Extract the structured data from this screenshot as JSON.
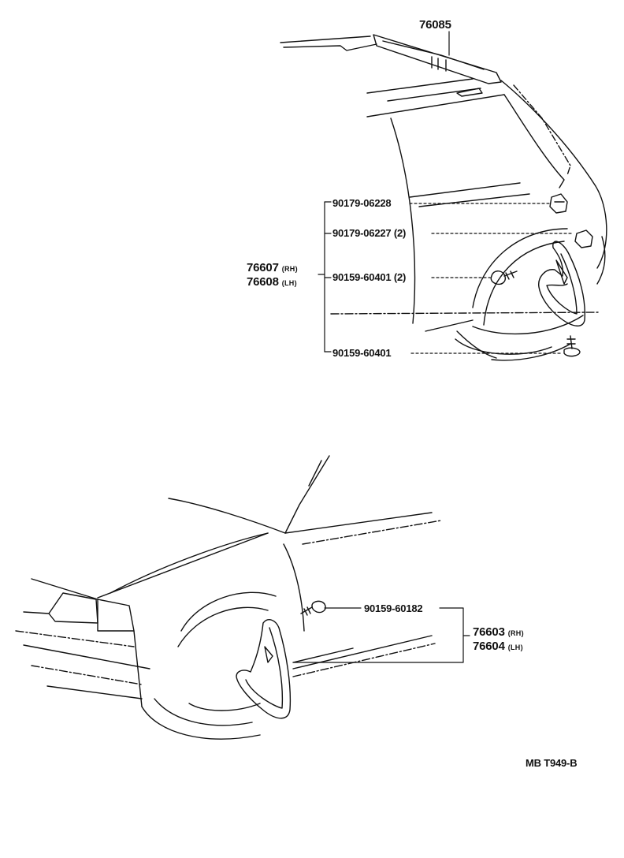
{
  "rear": {
    "spoiler_part": "76085",
    "flap_rh_part": "76607",
    "flap_rh_side": "(RH)",
    "flap_lh_part": "76608",
    "flap_lh_side": "(LH)",
    "fastener_1": "90179-06228",
    "fastener_2": "90179-06227 (2)",
    "fastener_3": "90159-60401 (2)",
    "fastener_4": "90159-60401"
  },
  "front": {
    "screw_part": "90159-60182",
    "flap_rh_part": "76603",
    "flap_rh_side": "(RH)",
    "flap_lh_part": "76604",
    "flap_lh_side": "(LH)"
  },
  "footer": {
    "code": "MB  T949-B"
  },
  "colors": {
    "ink": "#111111",
    "paper": "#ffffff"
  }
}
